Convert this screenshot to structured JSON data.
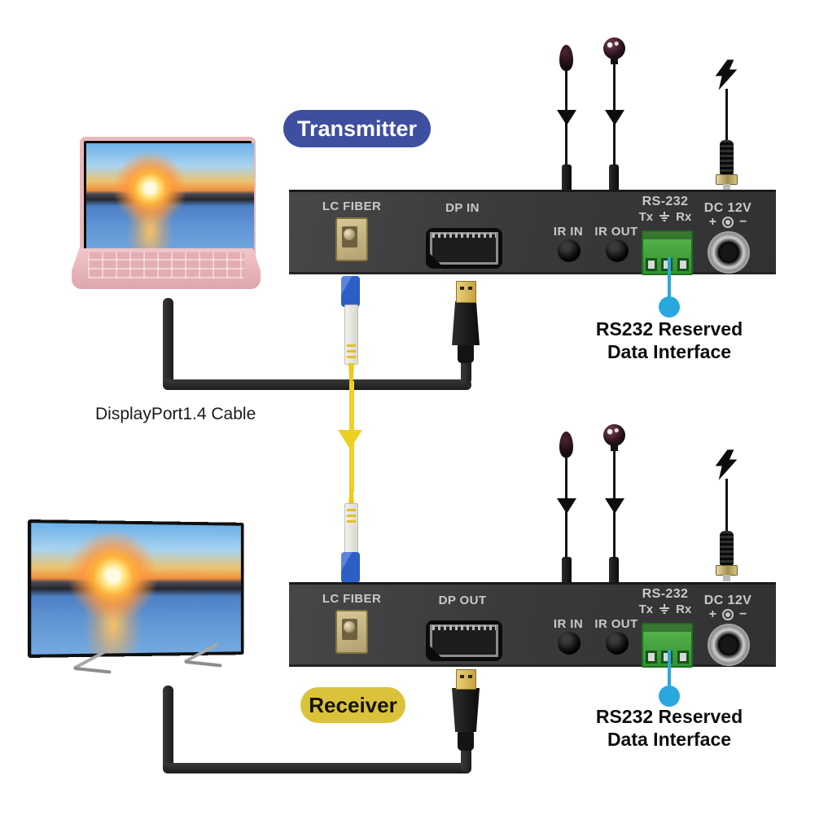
{
  "badges": {
    "transmitter": "Transmitter",
    "receiver": "Receiver"
  },
  "transmitter_panel": {
    "lc_fiber": "LC FIBER",
    "dp": "DP IN",
    "ir_in": "IR IN",
    "ir_out": "IR OUT",
    "rs232": "RS-232",
    "tx": "Tx",
    "rx": "Rx",
    "dc": "DC 12V",
    "dc_plus": "+",
    "dc_minus": "−"
  },
  "receiver_panel": {
    "lc_fiber": "LC FIBER",
    "dp": "DP OUT",
    "ir_in": "IR IN",
    "ir_out": "IR OUT",
    "rs232": "RS-232",
    "tx": "Tx",
    "rx": "Rx",
    "dc": "DC 12V",
    "dc_plus": "+",
    "dc_minus": "−"
  },
  "transmitter_callout": {
    "line1": "RS232 Reserved",
    "line2": "Data Interface"
  },
  "receiver_callout": {
    "line1": "RS232 Reserved",
    "line2": "Data Interface"
  },
  "dp_cable_label": "DisplayPort1.4 Cable",
  "icons": {
    "ground": "ground-icon",
    "lightning": "lightning-icon",
    "ir_emitter": "ir-emitter-icon",
    "ir_receiver": "ir-receiver-icon",
    "dc_polarity": "dc-polarity-icon",
    "down_arrow": "down-arrow-icon"
  },
  "colors": {
    "transmitter_badge": "#3d4f9e",
    "receiver_badge": "#dcc23a",
    "callout_blue": "#29a8e0",
    "fiber_yellow": "#f0d02a",
    "terminal_green": "#3fa23c",
    "panel_gray": "#3b3b3d"
  }
}
